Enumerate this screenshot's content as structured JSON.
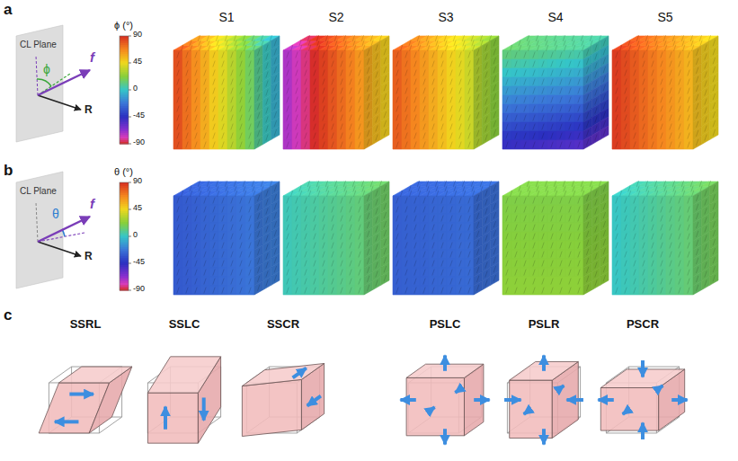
{
  "diagram": {
    "nodes": [
      {
        "text": [
          "CL Plane",
          "f",
          "ϕ",
          "R"
        ]
      },
      {
        "text": [
          "CL Plane",
          "f",
          "θ",
          "R"
        ]
      }
    ],
    "labels": [
      "a",
      "ϕ (°)",
      "90",
      "45",
      "0",
      "-45",
      "-90",
      "b",
      "θ (°)",
      "90",
      "45",
      "0",
      "-45",
      "-90",
      "S1",
      "S2",
      "S3",
      "S4",
      "S5",
      "c",
      "SSRL",
      "SSLC",
      "SSCR",
      "PSLC",
      "PSLR",
      "PSCR"
    ]
  }
}
